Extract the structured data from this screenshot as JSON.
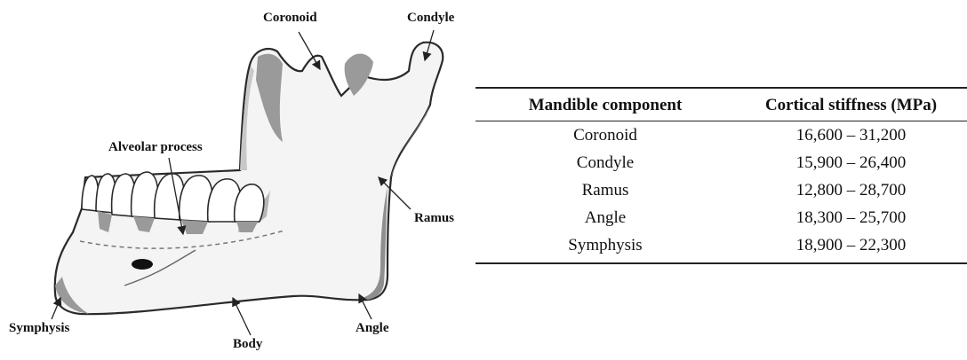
{
  "diagram": {
    "labels": {
      "coronoid": "Coronoid",
      "condyle": "Condyle",
      "alveolar_process": "Alveolar process",
      "ramus": "Ramus",
      "symphysis": "Symphysis",
      "body": "Body",
      "angle": "Angle"
    },
    "colors": {
      "outline": "#2a2a2a",
      "bone_fill": "#f4f4f4",
      "cortical_gray": "#9a9a9a",
      "tooth_fill": "#ffffff"
    }
  },
  "table": {
    "headers": [
      "Mandible component",
      "Cortical stiffness (MPa)"
    ],
    "rows": [
      [
        "Coronoid",
        "16,600 – 31,200"
      ],
      [
        "Condyle",
        "15,900 – 26,400"
      ],
      [
        "Ramus",
        "12,800 – 28,700"
      ],
      [
        "Angle",
        "18,300 – 25,700"
      ],
      [
        "Symphysis",
        "18,900 – 22,300"
      ]
    ]
  }
}
